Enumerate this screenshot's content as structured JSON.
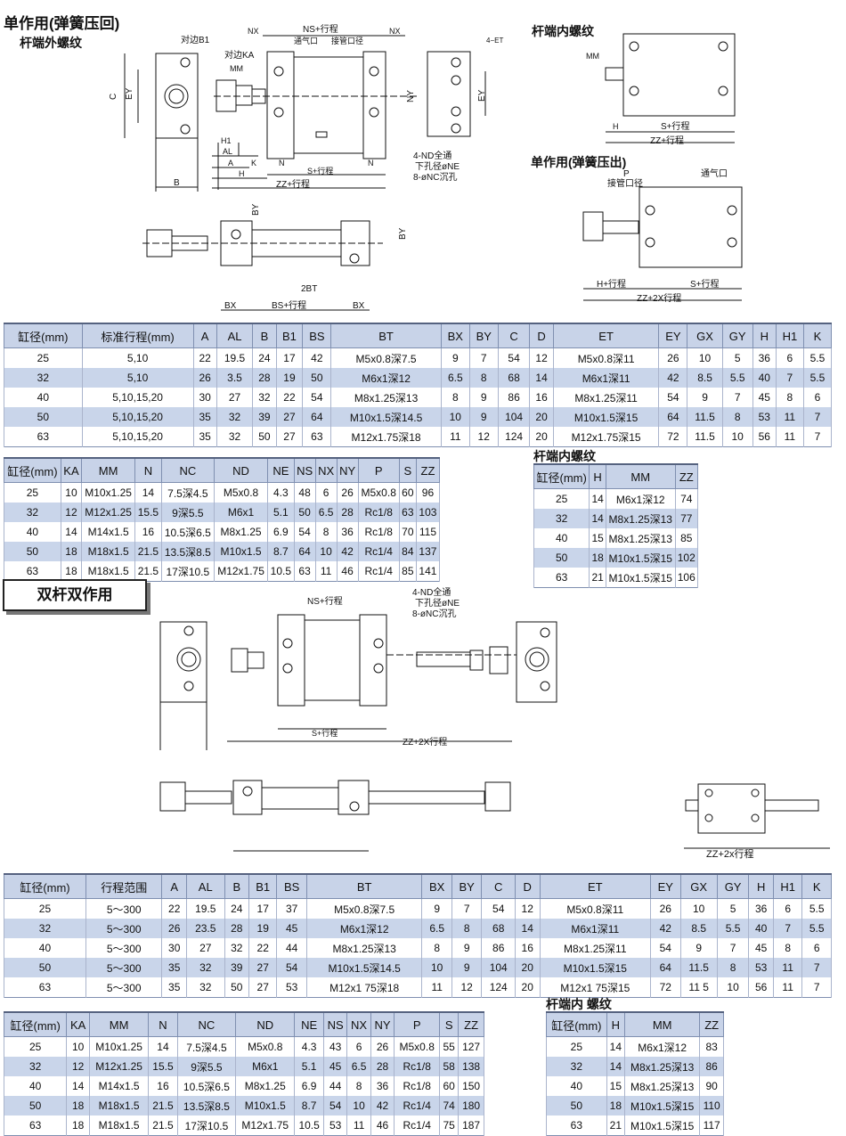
{
  "section1": {
    "title": "单作用(弹簧压回)",
    "subtitle": "杆端外螺纹",
    "inner_thread_title": "杆端内螺纹",
    "push_title": "单作用(弹簧压出)",
    "labels": {
      "duibian_b1": "对边B1",
      "duibian_ka": "对边KA",
      "mm": "MM",
      "nx": "NX",
      "ns": "NS+行程",
      "port": "通气口",
      "port_dia": "接管口径",
      "et4": "4−ET",
      "nd": "4-ND全通",
      "ne": "下孔径øNE",
      "nc": "8-øNC沉孔",
      "c": "C",
      "ey": "EY",
      "ny": "NY",
      "h": "H",
      "h1": "H1",
      "al": "AL",
      "a": "A",
      "k": "K",
      "n": "N",
      "s": "S+行程",
      "zz": "ZZ+行程",
      "b": "B",
      "by": "BY",
      "bt": "2BT",
      "bx": "BX",
      "bs": "BS+行程",
      "p": "P",
      "hs": "H+行程",
      "zz2x": "ZZ+2X行程"
    },
    "table_main": {
      "headers": [
        "缸径(mm)",
        "标准行程(mm)",
        "A",
        "AL",
        "B",
        "B1",
        "BS",
        "BT",
        "BX",
        "BY",
        "C",
        "D",
        "ET",
        "EY",
        "GX",
        "GY",
        "H",
        "H1",
        "K"
      ],
      "rows": [
        [
          "25",
          "5,10",
          "22",
          "19.5",
          "24",
          "17",
          "42",
          "M5x0.8深7.5",
          "9",
          "7",
          "54",
          "12",
          "M5x0.8深11",
          "26",
          "10",
          "5",
          "36",
          "6",
          "5.5"
        ],
        [
          "32",
          "5,10",
          "26",
          "3.5",
          "28",
          "19",
          "50",
          "M6x1深12",
          "6.5",
          "8",
          "68",
          "14",
          "M6x1深11",
          "42",
          "8.5",
          "5.5",
          "40",
          "7",
          "5.5"
        ],
        [
          "40",
          "5,10,15,20",
          "30",
          "27",
          "32",
          "22",
          "54",
          "M8x1.25深13",
          "8",
          "9",
          "86",
          "16",
          "M8x1.25深11",
          "54",
          "9",
          "7",
          "45",
          "8",
          "6"
        ],
        [
          "50",
          "5,10,15,20",
          "35",
          "32",
          "39",
          "27",
          "64",
          "M10x1.5深14.5",
          "10",
          "9",
          "104",
          "20",
          "M10x1.5深15",
          "64",
          "11.5",
          "8",
          "53",
          "11",
          "7"
        ],
        [
          "63",
          "5,10,15,20",
          "35",
          "32",
          "50",
          "27",
          "63",
          "M12x1.75深18",
          "11",
          "12",
          "124",
          "20",
          "M12x1.75深15",
          "72",
          "11.5",
          "10",
          "56",
          "11",
          "7"
        ]
      ]
    },
    "table_second": {
      "headers": [
        "缸径(mm)",
        "KA",
        "MM",
        "N",
        "NC",
        "ND",
        "NE",
        "NS",
        "NX",
        "NY",
        "P",
        "S",
        "ZZ"
      ],
      "rows": [
        [
          "25",
          "10",
          "M10x1.25",
          "14",
          "7.5深4.5",
          "M5x0.8",
          "4.3",
          "48",
          "6",
          "26",
          "M5x0.8",
          "60",
          "96"
        ],
        [
          "32",
          "12",
          "M12x1.25",
          "15.5",
          "9深5.5",
          "M6x1",
          "5.1",
          "50",
          "6.5",
          "28",
          "Rc1/8",
          "63",
          "103"
        ],
        [
          "40",
          "14",
          "M14x1.5",
          "16",
          "10.5深6.5",
          "M8x1.25",
          "6.9",
          "54",
          "8",
          "36",
          "Rc1/8",
          "70",
          "115"
        ],
        [
          "50",
          "18",
          "M18x1.5",
          "21.5",
          "13.5深8.5",
          "M10x1.5",
          "8.7",
          "64",
          "10",
          "42",
          "Rc1/4",
          "84",
          "137"
        ],
        [
          "63",
          "18",
          "M18x1.5",
          "21.5",
          "17深10.5",
          "M12x1.75",
          "10.5",
          "63",
          "11",
          "46",
          "Rc1/4",
          "85",
          "141"
        ]
      ]
    },
    "table_inner": {
      "title": "杆端内螺纹",
      "headers": [
        "缸径(mm)",
        "H",
        "MM",
        "ZZ"
      ],
      "rows": [
        [
          "25",
          "14",
          "M6x1深12",
          "74"
        ],
        [
          "32",
          "14",
          "M8x1.25深13",
          "77"
        ],
        [
          "40",
          "15",
          "M8x1.25深13",
          "85"
        ],
        [
          "50",
          "18",
          "M10x1.5深15",
          "102"
        ],
        [
          "63",
          "21",
          "M10x1.5深15",
          "106"
        ]
      ]
    }
  },
  "section2": {
    "title": "双杆双作用",
    "labels": {
      "nd": "4-ND全通",
      "ne": "下孔径øNE",
      "nc": "8-øNC沉孔",
      "zz2x": "ZZ+2X行程",
      "zz2x_b": "ZZ+2x行程",
      "ns": "NS+行程",
      "s": "S+行程"
    },
    "table_main": {
      "headers": [
        "缸径(mm)",
        "行程范围",
        "A",
        "AL",
        "B",
        "B1",
        "BS",
        "BT",
        "BX",
        "BY",
        "C",
        "D",
        "ET",
        "EY",
        "GX",
        "GY",
        "H",
        "H1",
        "K"
      ],
      "rows": [
        [
          "25",
          "5～300",
          "22",
          "19.5",
          "24",
          "17",
          "37",
          "M5x0.8深7.5",
          "9",
          "7",
          "54",
          "12",
          "M5x0.8深11",
          "26",
          "10",
          "5",
          "36",
          "6",
          "5.5"
        ],
        [
          "32",
          "5～300",
          "26",
          "23.5",
          "28",
          "19",
          "45",
          "M6x1深12",
          "6.5",
          "8",
          "68",
          "14",
          "M6x1深11",
          "42",
          "8.5",
          "5.5",
          "40",
          "7",
          "5.5"
        ],
        [
          "40",
          "5～300",
          "30",
          "27",
          "32",
          "22",
          "44",
          "M8x1.25深13",
          "8",
          "9",
          "86",
          "16",
          "M8x1.25深11",
          "54",
          "9",
          "7",
          "45",
          "8",
          "6"
        ],
        [
          "50",
          "5～300",
          "35",
          "32",
          "39",
          "27",
          "54",
          "M10x1.5深14.5",
          "10",
          "9",
          "104",
          "20",
          "M10x1.5深15",
          "64",
          "11.5",
          "8",
          "53",
          "11",
          "7"
        ],
        [
          "63",
          "5～300",
          "35",
          "32",
          "50",
          "27",
          "53",
          "M12x1 75深18",
          "11",
          "12",
          "124",
          "20",
          "M12x1 75深15",
          "72",
          "11 5",
          "10",
          "56",
          "11",
          "7"
        ]
      ]
    },
    "table_second": {
      "headers": [
        "缸径(mm)",
        "KA",
        "MM",
        "N",
        "NC",
        "ND",
        "NE",
        "NS",
        "NX",
        "NY",
        "P",
        "S",
        "ZZ"
      ],
      "rows": [
        [
          "25",
          "10",
          "M10x1.25",
          "14",
          "7.5深4.5",
          "M5x0.8",
          "4.3",
          "43",
          "6",
          "26",
          "M5x0.8",
          "55",
          "127"
        ],
        [
          "32",
          "12",
          "M12x1.25",
          "15.5",
          "9深5.5",
          "M6x1",
          "5.1",
          "45",
          "6.5",
          "28",
          "Rc1/8",
          "58",
          "138"
        ],
        [
          "40",
          "14",
          "M14x1.5",
          "16",
          "10.5深6.5",
          "M8x1.25",
          "6.9",
          "44",
          "8",
          "36",
          "Rc1/8",
          "60",
          "150"
        ],
        [
          "50",
          "18",
          "M18x1.5",
          "21.5",
          "13.5深8.5",
          "M10x1.5",
          "8.7",
          "54",
          "10",
          "42",
          "Rc1/4",
          "74",
          "180"
        ],
        [
          "63",
          "18",
          "M18x1.5",
          "21.5",
          "17深10.5",
          "M12x1.75",
          "10.5",
          "53",
          "11",
          "46",
          "Rc1/4",
          "75",
          "187"
        ]
      ]
    },
    "table_inner": {
      "title": "杆端内 螺纹",
      "headers": [
        "缸径(mm)",
        "H",
        "MM",
        "ZZ"
      ],
      "rows": [
        [
          "25",
          "14",
          "M6x1深12",
          "83"
        ],
        [
          "32",
          "14",
          "M8x1.25深13",
          "86"
        ],
        [
          "40",
          "15",
          "M8x1.25深13",
          "90"
        ],
        [
          "50",
          "18",
          "M10x1.5深15",
          "110"
        ],
        [
          "63",
          "21",
          "M10x1.5深15",
          "117"
        ]
      ]
    }
  }
}
